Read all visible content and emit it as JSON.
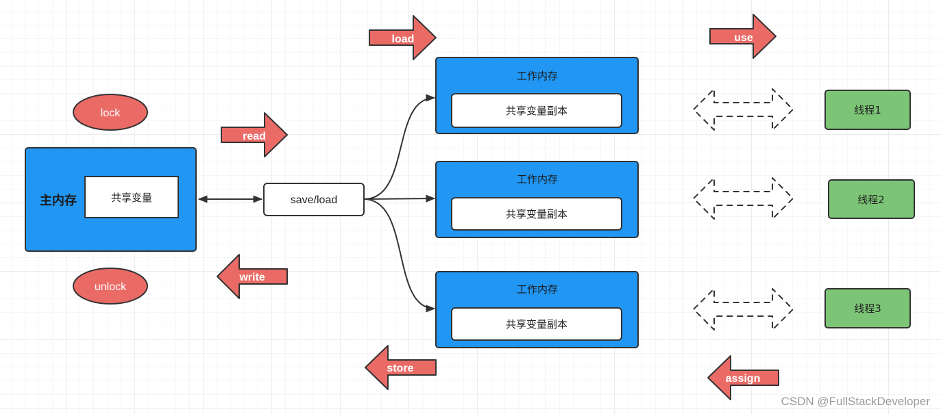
{
  "main_memory": {
    "label": "主内存",
    "shared_variable": "共享变量"
  },
  "hub": {
    "label": "save/load"
  },
  "work_memories": [
    {
      "title": "工作内存",
      "copy_label": "共享变量副本"
    },
    {
      "title": "工作内存",
      "copy_label": "共享变量副本"
    },
    {
      "title": "工作内存",
      "copy_label": "共享变量副本"
    }
  ],
  "threads": [
    {
      "label": "线程1"
    },
    {
      "label": "线程2"
    },
    {
      "label": "线程3"
    }
  ],
  "operations": {
    "lock": "lock",
    "unlock": "unlock",
    "read": "read",
    "write": "write",
    "load": "load",
    "store": "store",
    "use": "use",
    "assign": "assign"
  },
  "watermark": "CSDN @FullStackDeveloper",
  "colors": {
    "blue_box": "#2196F3",
    "red_shape": "#EA6B66",
    "green_box": "#7CC576",
    "stroke": "#333333"
  }
}
